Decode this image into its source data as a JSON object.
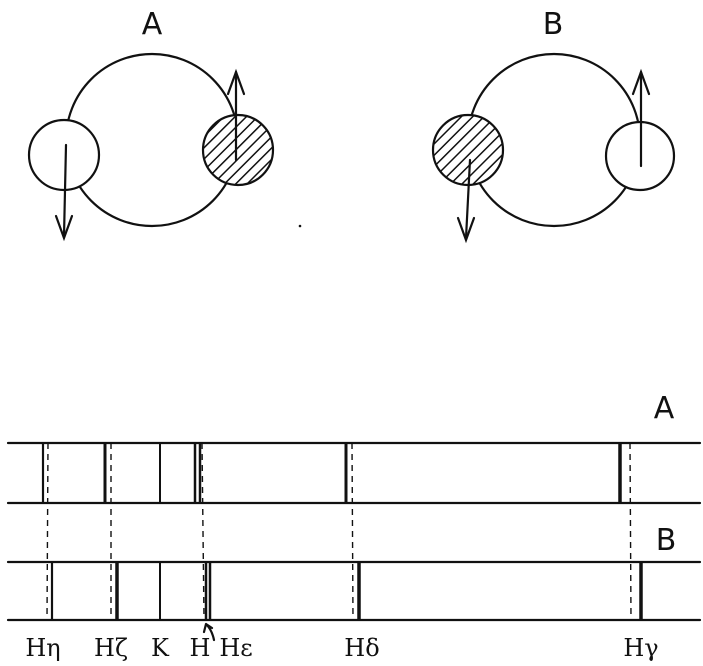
{
  "orbit_labels": {
    "a": "A",
    "b": "B"
  },
  "spectrum_labels": {
    "a": "A",
    "b": "B"
  },
  "line_labels": [
    "Hη",
    "Hζ",
    "K",
    "H",
    "Hε",
    "Hδ",
    "Hγ"
  ],
  "colors": {
    "ink": "#111111",
    "background": "#ffffff"
  }
}
